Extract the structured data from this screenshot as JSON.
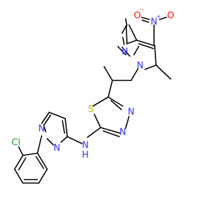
{
  "colors": {
    "bond": "#000000",
    "N": "#3333ff",
    "O": "#ff0d0d",
    "S": "#b2b200",
    "Cl": "#1fa01f",
    "C": "#000000"
  },
  "atoms": {
    "n_nitro": {
      "text": "N",
      "charge": "+",
      "element": "N"
    },
    "o_nitro_1": {
      "text": "O",
      "charge": "−",
      "element": "O"
    },
    "o_nitro_2": {
      "text": "O",
      "element": "O"
    },
    "n_pz1_2": {
      "text": "N",
      "element": "N"
    },
    "n_pz1_1": {
      "text": "N",
      "element": "N"
    },
    "s_thiadiazole": {
      "text": "S",
      "element": "S"
    },
    "n_td_3": {
      "text": "N",
      "element": "N"
    },
    "n_td_4": {
      "text": "N",
      "element": "N"
    },
    "nh_amine": {
      "text": "N",
      "sub": "H",
      "element": "N"
    },
    "n_pz2_1": {
      "text": "N",
      "element": "N"
    },
    "n_pz2_2": {
      "text": "N",
      "element": "N"
    },
    "cl": {
      "text": "Cl",
      "element": "Cl"
    }
  }
}
